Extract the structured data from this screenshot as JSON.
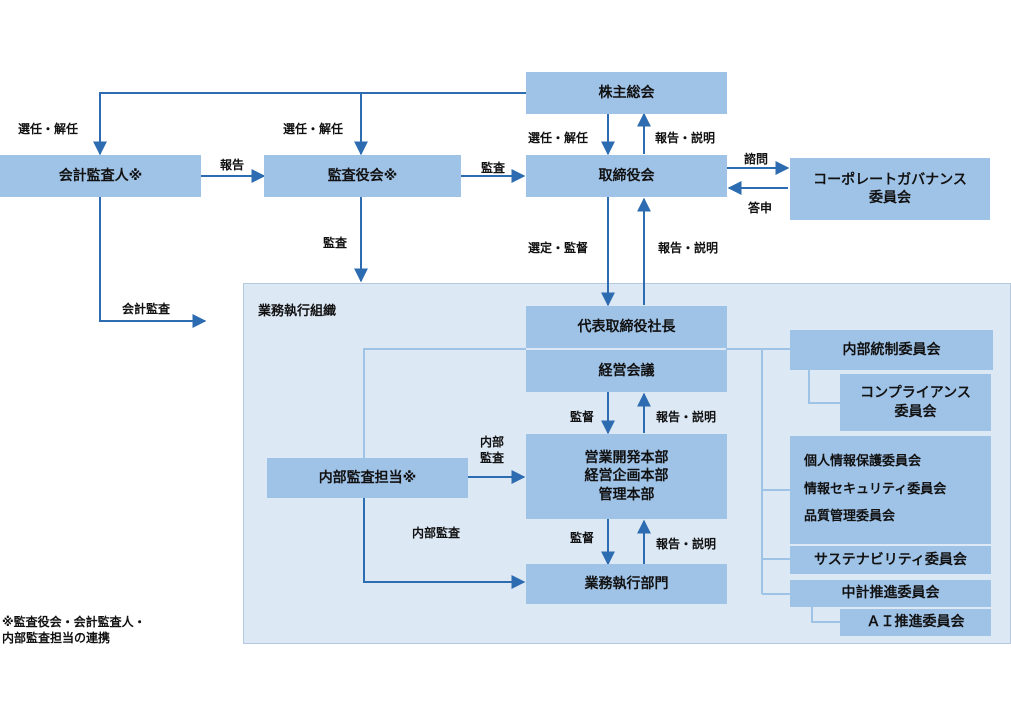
{
  "boxes": {
    "shareholders": "株主総会",
    "accounting_auditor": "会計監査人※",
    "audit_board": "監査役会※",
    "board": "取締役会",
    "cg_committee": "コーポレートガバナンス\n委員会",
    "president": "代表取締役社長",
    "management_meeting": "経営会議",
    "internal_audit": "内部監査担当※",
    "divisions": "営業開発本部\n経営企画本部\n管理本部",
    "business_units": "業務執行部門",
    "internal_control": "内部統制委員会",
    "compliance": "コンプライアンス\n委員会",
    "committee_group": [
      "個人情報保護委員会",
      "情報セキュリティ委員会",
      "品質管理委員会"
    ],
    "sustainability": "サステナビリティ委員会",
    "midterm_plan": "中計推進委員会",
    "ai_promotion": "ＡＩ推進委員会"
  },
  "labels": {
    "elect_dismiss_left": "選任・解任",
    "elect_dismiss_mid": "選任・解任",
    "elect_dismiss_board": "選任・解任",
    "report_explain_top": "報告・説明",
    "report": "報告",
    "audit_board_arrow": "監査",
    "consult": "諮問",
    "response": "答申",
    "audit_down": "監査",
    "select_supervise": "選定・監督",
    "report_explain_board": "報告・説明",
    "accounting_audit": "会計監査",
    "org_title": "業務執行組織",
    "supervise_1": "監督",
    "report_explain_mgmt": "報告・説明",
    "internal_audit_arrow": "内部\n監査",
    "internal_audit_down": "内部監査",
    "supervise_2": "監督",
    "report_explain_div": "報告・説明"
  },
  "footnote": "※監査役会・会計監査人・\n内部監査担当の連携",
  "colors": {
    "box": "#9fc2e7",
    "org_background": "#dde8f5",
    "connector": "#2e6cb2"
  }
}
